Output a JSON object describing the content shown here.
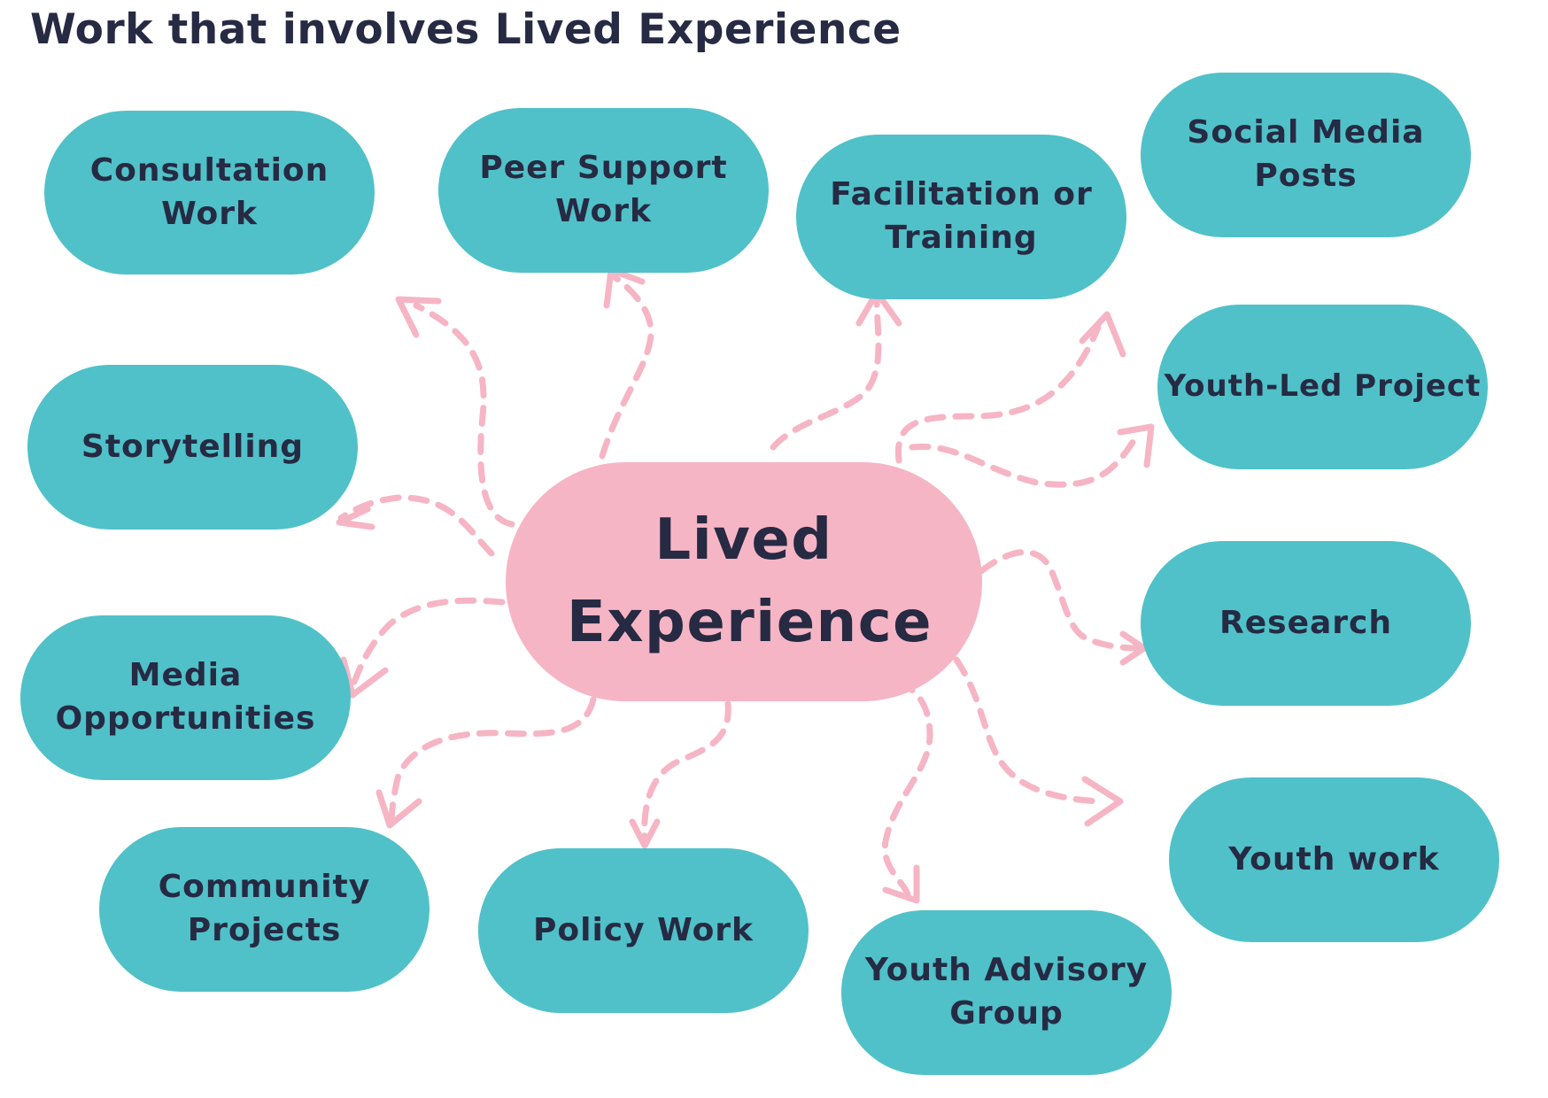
{
  "title": "Work that involves Lived Experience",
  "colors": {
    "bubble": "#50c1c8",
    "center": "#f6b5c5",
    "arrow": "#f6b5c5",
    "text": "#262a43"
  },
  "center": {
    "label": "Lived Experience"
  },
  "nodes": {
    "consultation": "Consultation Work",
    "peer_support": "Peer Support Work",
    "facilitation": "Facilitation or Training",
    "social_media": "Social Media Posts",
    "storytelling": "Storytelling",
    "youth_led": "Youth-Led Project",
    "research": "Research",
    "media": "Media Opportunities",
    "community": "Community Projects",
    "policy": "Policy Work",
    "youth_advisory": "Youth Advisory Group",
    "youth_work": "Youth work"
  }
}
